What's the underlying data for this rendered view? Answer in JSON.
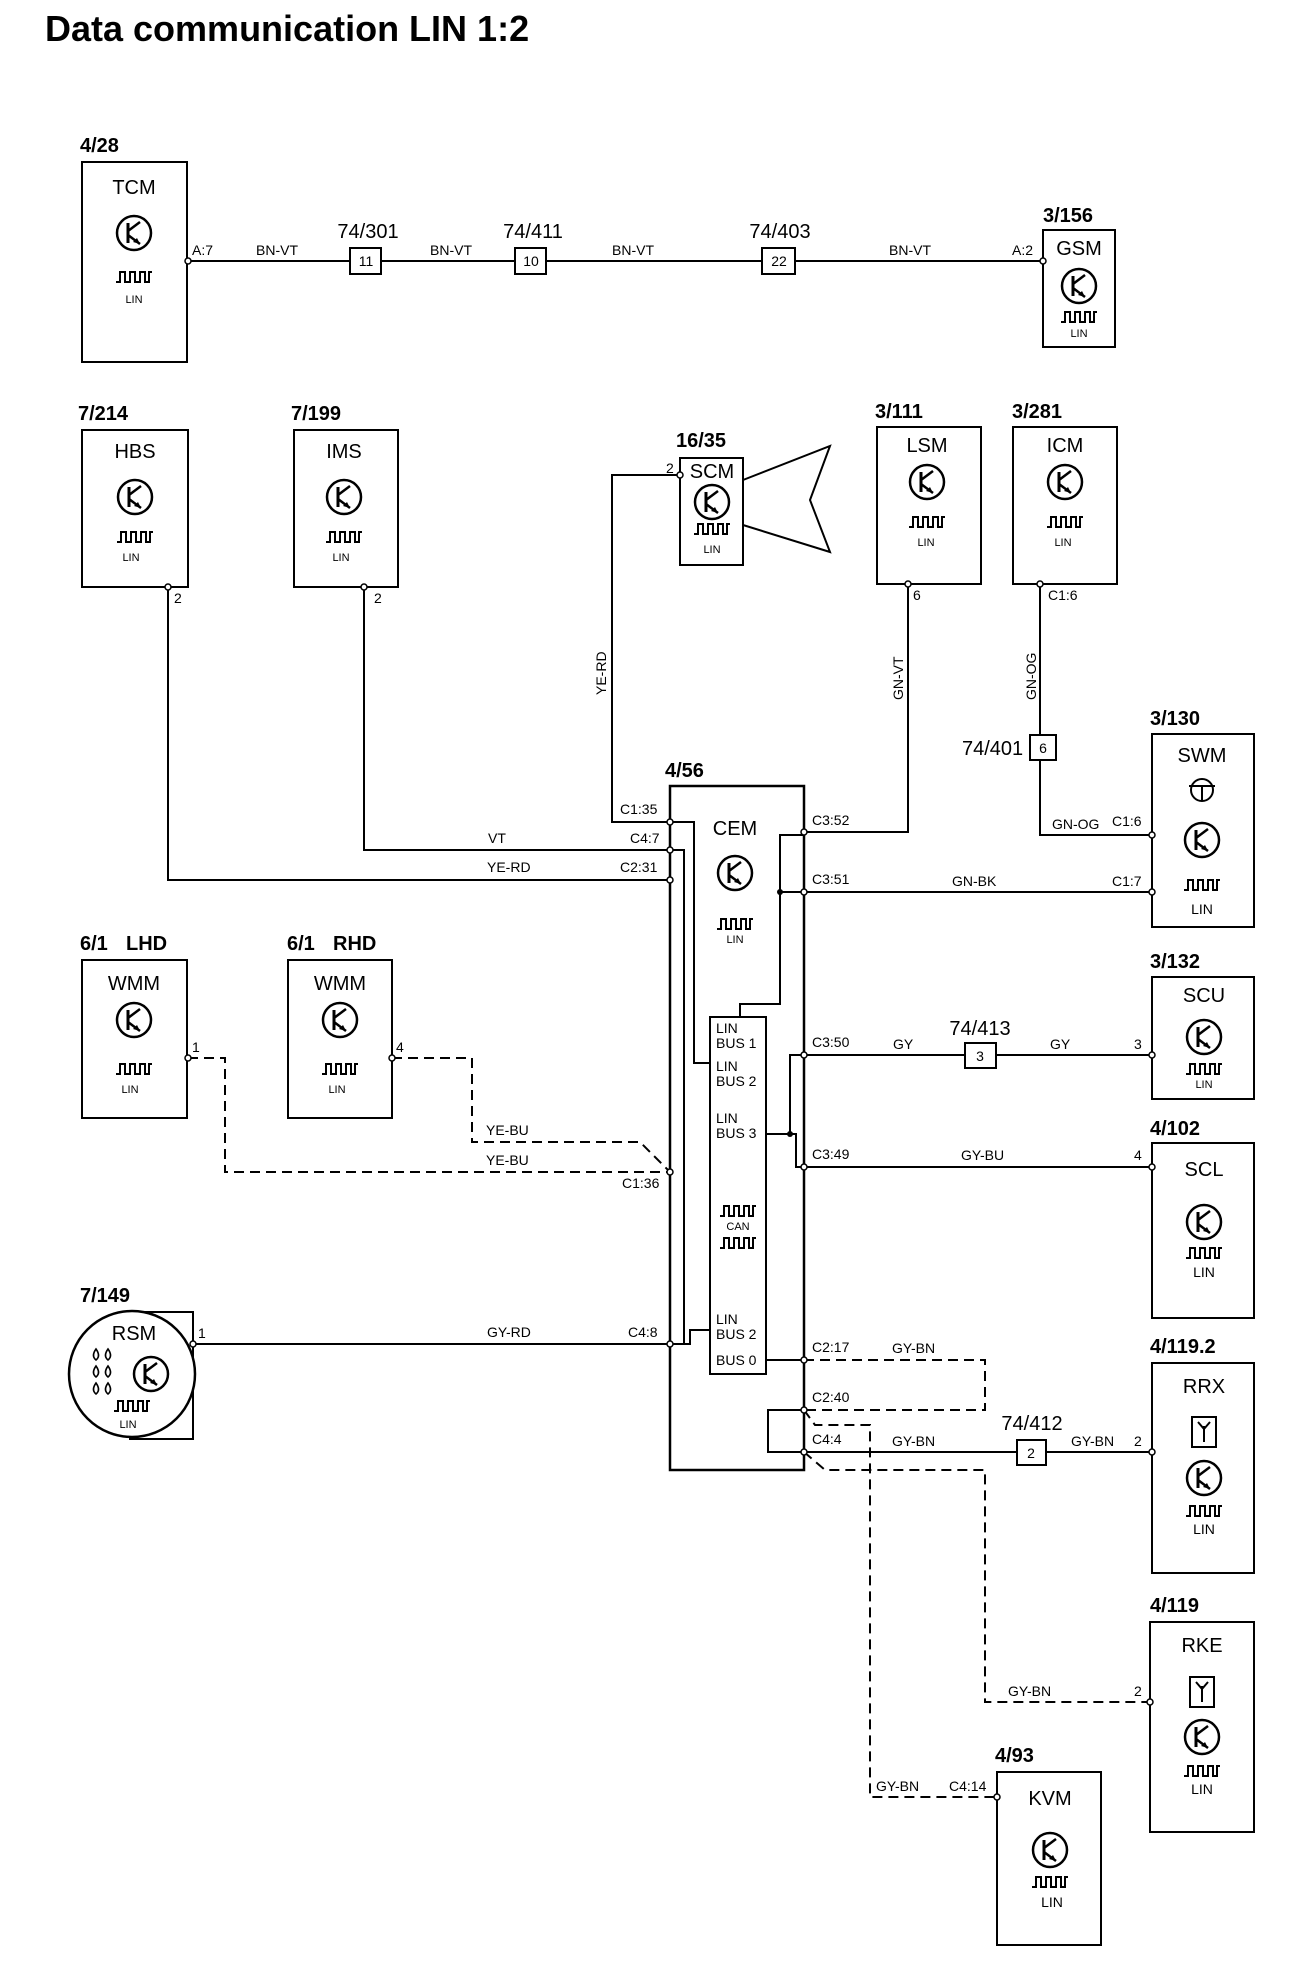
{
  "title": "Data communication LIN 1:2",
  "connectors": [
    {
      "ref": "74/301",
      "num": "11"
    },
    {
      "ref": "74/411",
      "num": "10"
    },
    {
      "ref": "74/403",
      "num": "22"
    },
    {
      "ref": "74/401",
      "num": "6"
    },
    {
      "ref": "74/413",
      "num": "3"
    },
    {
      "ref": "74/412",
      "num": "2"
    }
  ],
  "modules": [
    {
      "id": "tcm",
      "ref": "4/28",
      "name": "TCM",
      "bus": "LIN",
      "icon": "transistor-icon",
      "pins": [
        "A:7"
      ]
    },
    {
      "id": "gsm",
      "ref": "3/156",
      "name": "GSM",
      "bus": "LIN",
      "icon": "transistor-icon",
      "pins": [
        "A:2"
      ]
    },
    {
      "id": "hbs",
      "ref": "7/214",
      "name": "HBS",
      "bus": "LIN",
      "icon": "transistor-icon",
      "pins": [
        "2"
      ]
    },
    {
      "id": "ims",
      "ref": "7/199",
      "name": "IMS",
      "bus": "LIN",
      "icon": "transistor-icon",
      "pins": [
        "2"
      ]
    },
    {
      "id": "scm",
      "ref": "16/35",
      "name": "SCM",
      "bus": "LIN",
      "icon": "transistor-icon",
      "pins": [
        "2"
      ]
    },
    {
      "id": "lsm",
      "ref": "3/111",
      "name": "LSM",
      "bus": "LIN",
      "icon": "transistor-icon",
      "pins": [
        "6"
      ]
    },
    {
      "id": "icm",
      "ref": "3/281",
      "name": "ICM",
      "bus": "LIN",
      "icon": "transistor-icon",
      "pins": [
        "C1:6"
      ]
    },
    {
      "id": "swm",
      "ref": "3/130",
      "name": "SWM",
      "bus": "LIN",
      "icon": "transistor-icon",
      "pins": [
        "C1:6",
        "C1:7"
      ]
    },
    {
      "id": "cem",
      "ref": "4/56",
      "name": "CEM",
      "bus": "LIN",
      "icon": "transistor-icon",
      "pins": [
        "C1:35",
        "C4:7",
        "C2:31",
        "C1:36",
        "C4:8",
        "C3:52",
        "C3:51",
        "C3:50",
        "C3:49",
        "C2:17",
        "C2:40",
        "C4:4"
      ]
    },
    {
      "id": "wmm-lhd",
      "ref": "6/1",
      "variant": "LHD",
      "name": "WMM",
      "bus": "LIN",
      "icon": "transistor-icon",
      "pins": [
        "1"
      ]
    },
    {
      "id": "wmm-rhd",
      "ref": "6/1",
      "variant": "RHD",
      "name": "WMM",
      "bus": "LIN",
      "icon": "transistor-icon",
      "pins": [
        "4"
      ]
    },
    {
      "id": "scu",
      "ref": "3/132",
      "name": "SCU",
      "bus": "LIN",
      "icon": "transistor-icon",
      "pins": [
        "3"
      ]
    },
    {
      "id": "scl",
      "ref": "4/102",
      "name": "SCL",
      "bus": "LIN",
      "icon": "transistor-icon",
      "pins": [
        "4"
      ]
    },
    {
      "id": "rsm",
      "ref": "7/149",
      "name": "RSM",
      "bus": "LIN",
      "icon": "rain-sensor-icon",
      "pins": [
        "1"
      ]
    },
    {
      "id": "rrx",
      "ref": "4/119.2",
      "name": "RRX",
      "bus": "LIN",
      "icon": "antenna-icon",
      "pins": [
        "2"
      ]
    },
    {
      "id": "rke",
      "ref": "4/119",
      "name": "RKE",
      "bus": "LIN",
      "icon": "antenna-icon",
      "pins": [
        "2"
      ]
    },
    {
      "id": "kvm",
      "ref": "4/93",
      "name": "KVM",
      "bus": "LIN",
      "icon": "transistor-icon",
      "pins": [
        "C4:14"
      ]
    }
  ],
  "cem_internal": {
    "bus1": [
      "LIN",
      "BUS 1"
    ],
    "bus2": [
      "LIN",
      "BUS 2"
    ],
    "bus3": [
      "LIN",
      "BUS 3"
    ],
    "can": "CAN",
    "bus2b": [
      "LIN",
      "BUS 2"
    ],
    "bus0": "BUS 0"
  },
  "wires": [
    {
      "from": "tcm",
      "to": "74/301",
      "color": "BN-VT"
    },
    {
      "from": "74/301",
      "to": "74/411",
      "color": "BN-VT"
    },
    {
      "from": "74/411",
      "to": "74/403",
      "color": "BN-VT"
    },
    {
      "from": "74/403",
      "to": "gsm",
      "color": "BN-VT"
    },
    {
      "from": "scm",
      "to": "cem",
      "color": "YE-RD"
    },
    {
      "from": "lsm",
      "to": "cem",
      "color": "GN-VT"
    },
    {
      "from": "icm",
      "to": "74/401",
      "color": "GN-OG"
    },
    {
      "from": "74/401",
      "to": "swm",
      "color": "GN-OG"
    },
    {
      "from": "ims",
      "to": "cem",
      "color": "VT"
    },
    {
      "from": "hbs",
      "to": "cem",
      "color": "YE-RD"
    },
    {
      "from": "cem",
      "to": "swm",
      "color": "GN-BK"
    },
    {
      "from": "cem",
      "to": "74/413",
      "color": "GY"
    },
    {
      "from": "74/413",
      "to": "scu",
      "color": "GY"
    },
    {
      "from": "wmm-rhd",
      "to": "cem",
      "color": "YE-BU"
    },
    {
      "from": "wmm-lhd",
      "to": "cem",
      "color": "YE-BU"
    },
    {
      "from": "cem",
      "to": "scl",
      "color": "GY-BU"
    },
    {
      "from": "rsm",
      "to": "cem",
      "color": "GY-RD"
    },
    {
      "from": "cem",
      "to": "rke",
      "color": "GY-BN"
    },
    {
      "from": "cem",
      "to": "74/412",
      "color": "GY-BN"
    },
    {
      "from": "74/412",
      "to": "rrx",
      "color": "GY-BN"
    },
    {
      "from": "cem",
      "to": "rke",
      "color": "GY-BN"
    },
    {
      "from": "cem",
      "to": "kvm",
      "color": "GY-BN"
    }
  ]
}
